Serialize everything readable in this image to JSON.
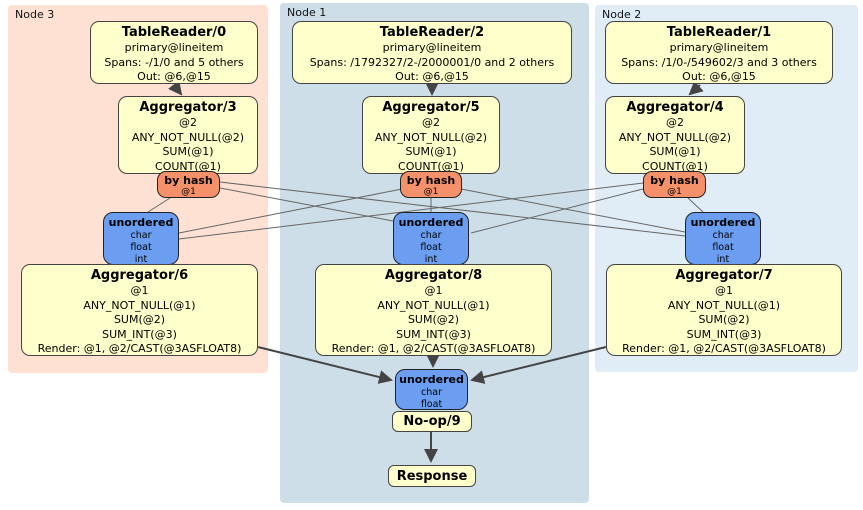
{
  "colors": {
    "node3-bg": "#FFE1D3",
    "node1-bg": "#CDDEE9",
    "node2-bg": "#E0EDF7",
    "processor-bg": "#FFFFCC",
    "router-bg": "#F4916B",
    "sync-bg": "#6B9EF0",
    "edge-thin": "#666666",
    "edge-thick": "#444444"
  },
  "nodes": [
    {
      "label": "Node 3",
      "table_reader": {
        "title": "TableReader/0",
        "lines": [
          "primary@lineitem",
          "Spans: -/1/0 and 5 others",
          "Out: @6,@15"
        ]
      },
      "aggregator_stage1": {
        "title": "Aggregator/3",
        "lines": [
          "@2",
          "ANY_NOT_NULL(@2)",
          "SUM(@1)",
          "COUNT(@1)"
        ]
      },
      "router": {
        "title": "by hash",
        "subtitle": "@1"
      },
      "sync": {
        "title": "unordered",
        "lines": [
          "char",
          "float",
          "int"
        ]
      },
      "aggregator_stage2": {
        "title": "Aggregator/6",
        "lines": [
          "@1",
          "ANY_NOT_NULL(@1)",
          "SUM(@2)",
          "SUM_INT(@3)",
          "Render: @1, @2/CAST(@3ASFLOAT8)"
        ]
      }
    },
    {
      "label": "Node 1",
      "table_reader": {
        "title": "TableReader/2",
        "lines": [
          "primary@lineitem",
          "Spans: /1792327/2-/2000001/0 and 2 others",
          "Out: @6,@15"
        ]
      },
      "aggregator_stage1": {
        "title": "Aggregator/5",
        "lines": [
          "@2",
          "ANY_NOT_NULL(@2)",
          "SUM(@1)",
          "COUNT(@1)"
        ]
      },
      "router": {
        "title": "by hash",
        "subtitle": "@1"
      },
      "sync": {
        "title": "unordered",
        "lines": [
          "char",
          "float",
          "int"
        ]
      },
      "aggregator_stage2": {
        "title": "Aggregator/8",
        "lines": [
          "@1",
          "ANY_NOT_NULL(@1)",
          "SUM(@2)",
          "SUM_INT(@3)",
          "Render: @1, @2/CAST(@3ASFLOAT8)"
        ]
      }
    },
    {
      "label": "Node 2",
      "table_reader": {
        "title": "TableReader/1",
        "lines": [
          "primary@lineitem",
          "Spans: /1/0-/549602/3 and 3 others",
          "Out: @6,@15"
        ]
      },
      "aggregator_stage1": {
        "title": "Aggregator/4",
        "lines": [
          "@2",
          "ANY_NOT_NULL(@2)",
          "SUM(@1)",
          "COUNT(@1)"
        ]
      },
      "router": {
        "title": "by hash",
        "subtitle": "@1"
      },
      "sync": {
        "title": "unordered",
        "lines": [
          "char",
          "float",
          "int"
        ]
      },
      "aggregator_stage2": {
        "title": "Aggregator/7",
        "lines": [
          "@1",
          "ANY_NOT_NULL(@1)",
          "SUM(@2)",
          "SUM_INT(@3)",
          "Render: @1, @2/CAST(@3ASFLOAT8)"
        ]
      }
    }
  ],
  "gateway": {
    "final_sync": {
      "title": "unordered",
      "lines": [
        "char",
        "float"
      ]
    },
    "noop": {
      "title": "No-op/9"
    },
    "response": {
      "title": "Response"
    }
  }
}
